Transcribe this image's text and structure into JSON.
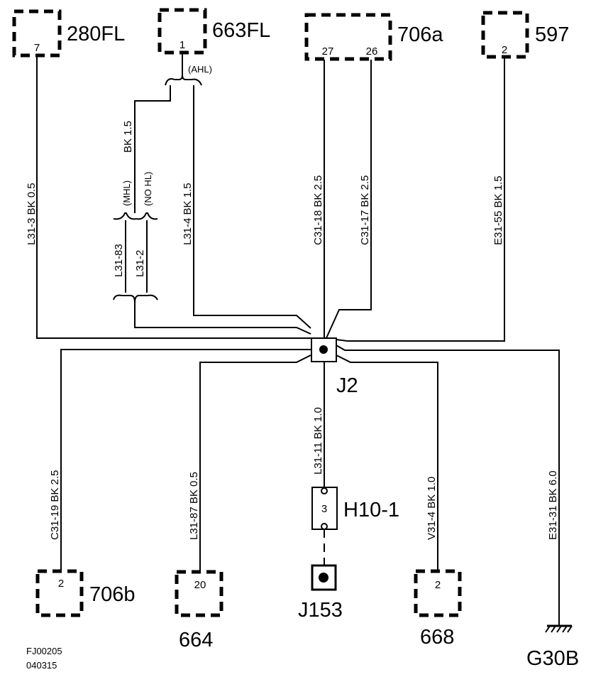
{
  "connectors": {
    "c280fl": {
      "name": "280FL",
      "pin": "7"
    },
    "c663fl": {
      "name": "663FL",
      "pin": "1"
    },
    "c706a": {
      "name": "706a",
      "pin_a": "27",
      "pin_b": "26"
    },
    "c597": {
      "name": "597",
      "pin": "2"
    },
    "c706b": {
      "name": "706b",
      "pin": "2"
    },
    "c664": {
      "name": "664",
      "pin": "20"
    },
    "c668": {
      "name": "668",
      "pin": "2"
    }
  },
  "splice": {
    "name": "J2"
  },
  "component": {
    "name": "H10-1",
    "pin": "3"
  },
  "junction": {
    "name": "J153"
  },
  "ground": {
    "name": "G30B"
  },
  "wires": {
    "w_l31_3": "L31-3 BK  0.5",
    "w_bk15_top": "BK 1.5",
    "w_l31_83": "L31-83",
    "w_l31_2": "L31-2",
    "w_l31_4": "L31-4  BK  1.5",
    "w_c31_18": "C31-18  BK  2.5",
    "w_c31_17": "C31-17  BK  2.5",
    "w_e31_55": "E31-55 BK 1.5",
    "w_c31_19": "C31-19  BK 2.5",
    "w_l31_87": "L31-87  BK   0.5",
    "w_l31_11": "L31-11 BK 1.0",
    "w_v31_4": "V31-4  BK   1.0",
    "w_e31_31": "E31-31 BK  6.0"
  },
  "variants": {
    "ahl": "(AHL)",
    "mhl": "(MHL)",
    "nohl": "(NO HL)"
  },
  "footer": {
    "code": "FJ00205",
    "date": "040315"
  }
}
